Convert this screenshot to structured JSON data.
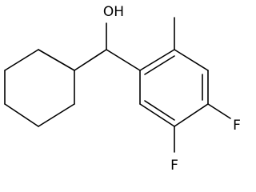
{
  "molecule": {
    "atom_labels": {
      "hydroxyl": "OH",
      "fluorine_para": "F",
      "fluorine_meta": "F"
    },
    "colors": {
      "bond": "#000000",
      "label": "#000000",
      "background": "#ffffff"
    }
  }
}
